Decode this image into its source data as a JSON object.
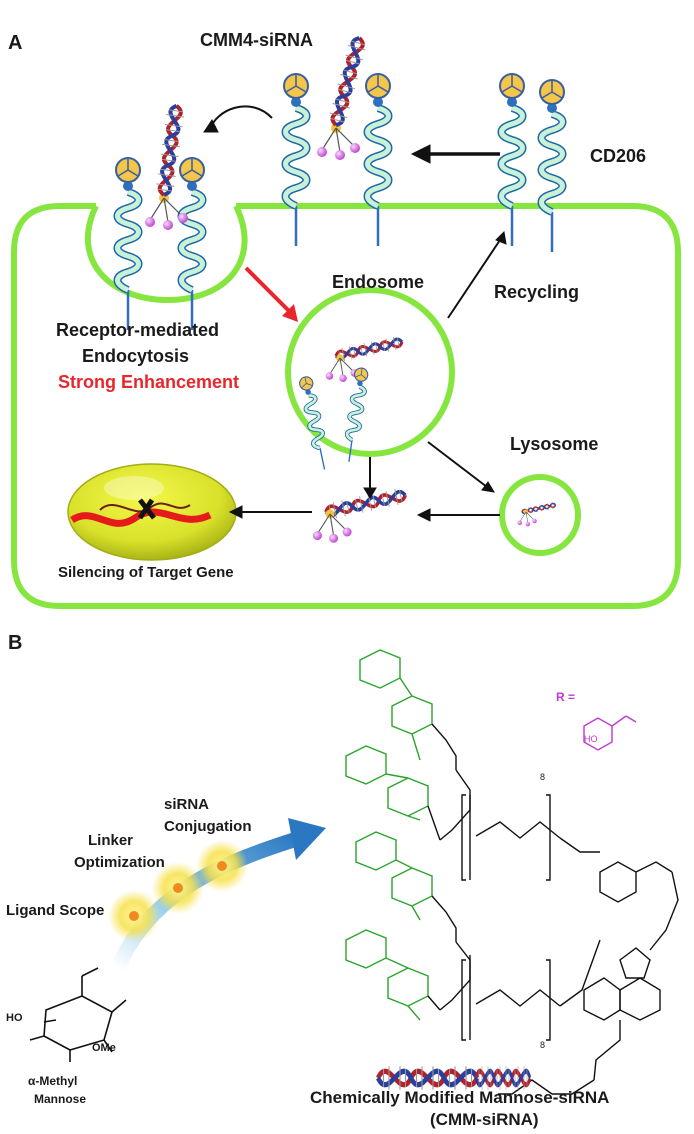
{
  "panels": {
    "a": "A",
    "b": "B"
  },
  "panel_a": {
    "cmm4_sirna": "CMM4-siRNA",
    "cd206": "CD206",
    "endosome": "Endosome",
    "recycling": "Recycling",
    "receptor_mediated": "Receptor-mediated",
    "endocytosis": "Endocytosis",
    "strong_enhancement": "Strong Enhancement",
    "lysosome": "Lysosome",
    "silencing": "Silencing of Target Gene"
  },
  "panel_b": {
    "sirna": "siRNA",
    "conjugation": "Conjugation",
    "linker": "Linker",
    "optimization": "Optimization",
    "ligand_scope": "Ligand Scope",
    "mannose_ho": "HO",
    "mannose_ome": "OMe",
    "alpha_methyl": "α-Methyl",
    "mannose": "Mannose",
    "r_group": "R =",
    "r_ho": "HO",
    "repeat": "8",
    "cmm_title": "Chemically Modified Mannose-siRNA",
    "cmm_abbrev": "(CMM-siRNA)"
  },
  "colors": {
    "membrane": "#86e63f",
    "enhancement_red": "#e8262b",
    "structure_green": "#2aa52a",
    "r_group_purple": "#c03ad2",
    "helix_red": "#b3202a",
    "helix_blue": "#2a3e9e"
  }
}
